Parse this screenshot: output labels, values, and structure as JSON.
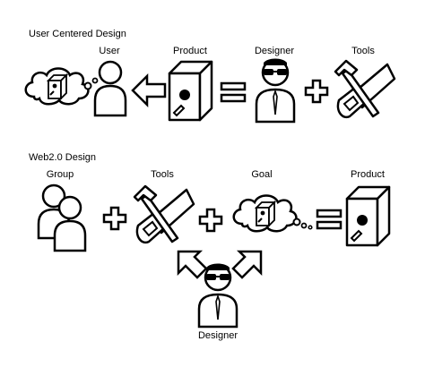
{
  "sections": {
    "top": {
      "title": "User Centered Design",
      "labels": {
        "user": "User",
        "product": "Product",
        "designer": "Designer",
        "tools": "Tools"
      }
    },
    "bottom": {
      "title": "Web2.0 Design",
      "labels": {
        "group": "Group",
        "tools": "Tools",
        "goal": "Goal",
        "product": "Product",
        "designer": "Designer"
      }
    }
  },
  "colors": {
    "stroke": "#000000",
    "fill": "#ffffff"
  }
}
